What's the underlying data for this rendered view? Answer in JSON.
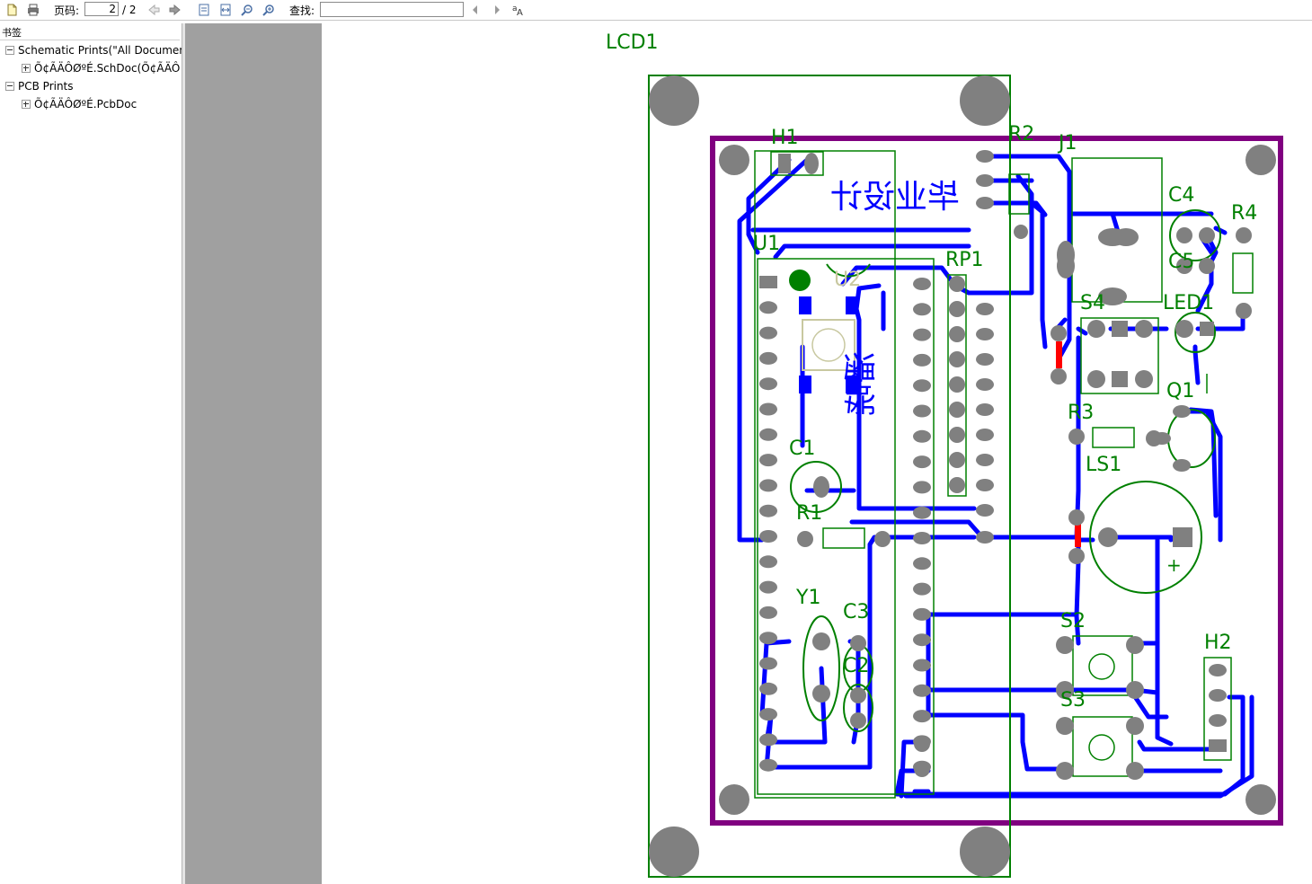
{
  "toolbar": {
    "page_label": "页码:",
    "page_value": "2",
    "page_total": "/ 2",
    "find_label": "查找:",
    "find_value": "",
    "icons": [
      "open-icon",
      "print-icon",
      "prev-page-icon",
      "next-page-icon",
      "fit-page-icon",
      "fit-width-icon",
      "zoom-out-icon",
      "zoom-in-icon",
      "find-prev-icon",
      "find-next-icon",
      "text-options-icon"
    ]
  },
  "sidebar": {
    "title": "书签",
    "tree": [
      {
        "label": "Schematic Prints(\"All Documen",
        "expanded": true,
        "children": [
          {
            "label": "Õ¢ÃÄÔØºÉ.SchDoc(Õ¢ÃÄÔ"
          }
        ]
      },
      {
        "label": "PCB Prints",
        "expanded": true,
        "children": [
          {
            "label": "Õ¢ÃÄÔØºÉ.PcbDoc"
          }
        ]
      }
    ]
  },
  "pcb": {
    "colors": {
      "track": "#0000ff",
      "overlay": "#008000",
      "board": "#800080",
      "pad": "#808080",
      "bridge": "#ff0000"
    },
    "designators": {
      "lcd1": "LCD1",
      "h1": "H1",
      "r2": "R2",
      "j1": "J1",
      "c4": "C4",
      "r4": "R4",
      "u1": "U1",
      "rp1": "RP1",
      "u2": "U2",
      "c5": "C5",
      "s4": "S4",
      "led1": "LED1",
      "q1": "Q1",
      "r3": "R3",
      "ls1": "LS1",
      "c1": "C1",
      "r1": "R1",
      "y1": "Y1",
      "c3": "C3",
      "c2": "C2",
      "s2": "S2",
      "s3": "S3",
      "h2": "H2"
    },
    "mirrored_text_top": "毕业设计",
    "mirrored_text_mid": "潘晓"
  }
}
